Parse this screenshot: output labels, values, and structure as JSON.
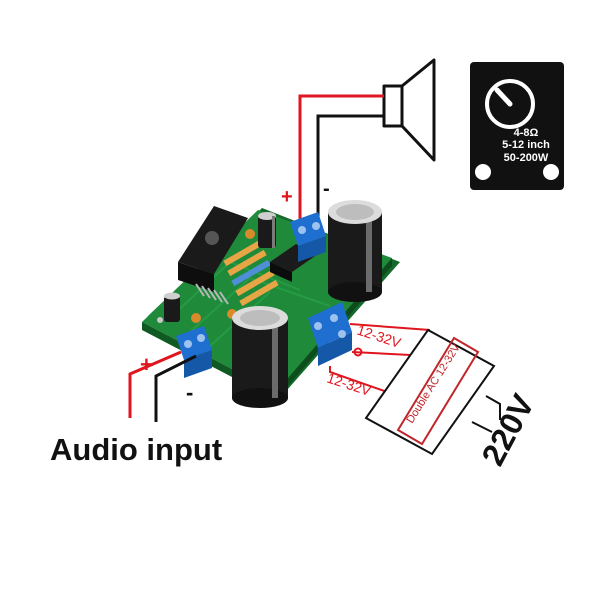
{
  "speaker_spec": {
    "impedance": "4-8Ω",
    "size": "5-12 inch",
    "power": "50-200W"
  },
  "speaker_terminals": {
    "plus": "+",
    "minus": "-"
  },
  "audio_input": {
    "label": "Audio input",
    "plus": "+",
    "minus": "-"
  },
  "power_supply": {
    "upper_voltage": "12-32V",
    "lower_voltage": "12-32V",
    "transformer_label": "Double AC 12-32V",
    "mains_voltage": "220V"
  },
  "colors": {
    "wire_positive": "#e0161e",
    "wire_negative": "#111111",
    "pcb": "#1e8a3a",
    "terminal": "#1f6fd1",
    "transformer": "#c0262a"
  }
}
